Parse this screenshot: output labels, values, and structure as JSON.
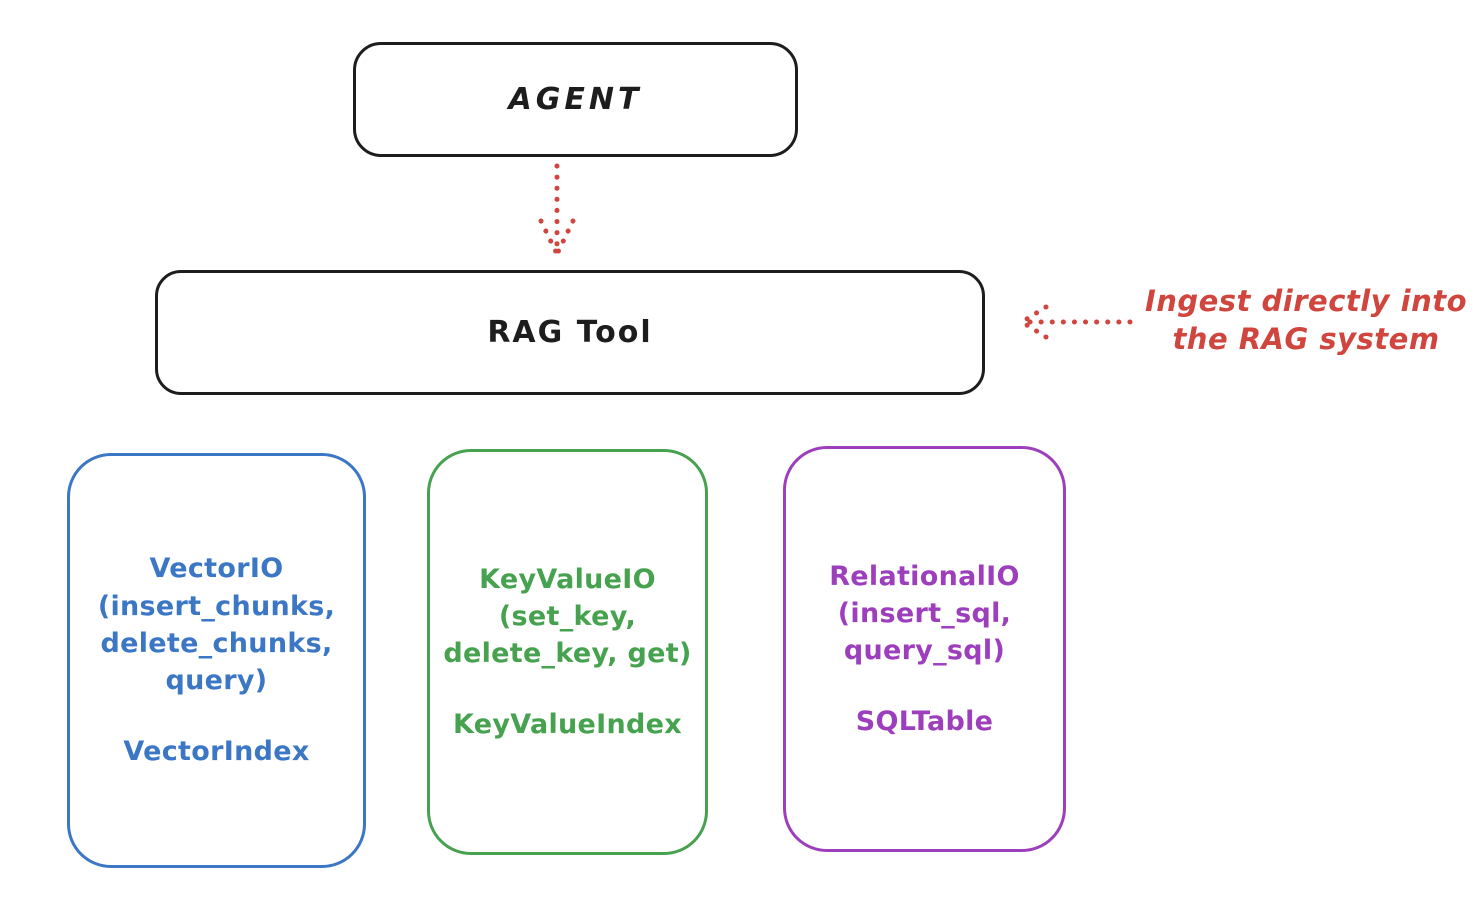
{
  "diagram": {
    "agent": {
      "label": "AGENT"
    },
    "rag_tool": {
      "label": "RAG Tool"
    },
    "annotation": {
      "line1": "Ingest directly into",
      "line2": "the RAG system"
    },
    "stores": [
      {
        "id": "vector-io",
        "color": "#3b77c4",
        "lines": [
          "VectorIO",
          "(insert_chunks,",
          "delete_chunks,",
          "query)"
        ],
        "index_label": "VectorIndex"
      },
      {
        "id": "key-value-io",
        "color": "#46a24e",
        "lines": [
          "KeyValueIO",
          "(set_key,",
          "delete_key, get)"
        ],
        "index_label": "KeyValueIndex"
      },
      {
        "id": "relational-io",
        "color": "#9d3fbd",
        "lines": [
          "RelationalIO",
          "(insert_sql,",
          "query_sql)"
        ],
        "index_label": "SQLTable"
      }
    ],
    "colors": {
      "stroke": "#1d1d1e",
      "red": "#d0453e",
      "blue": "#3b77c4",
      "green": "#46a24e",
      "purple": "#9d3fbd"
    }
  }
}
